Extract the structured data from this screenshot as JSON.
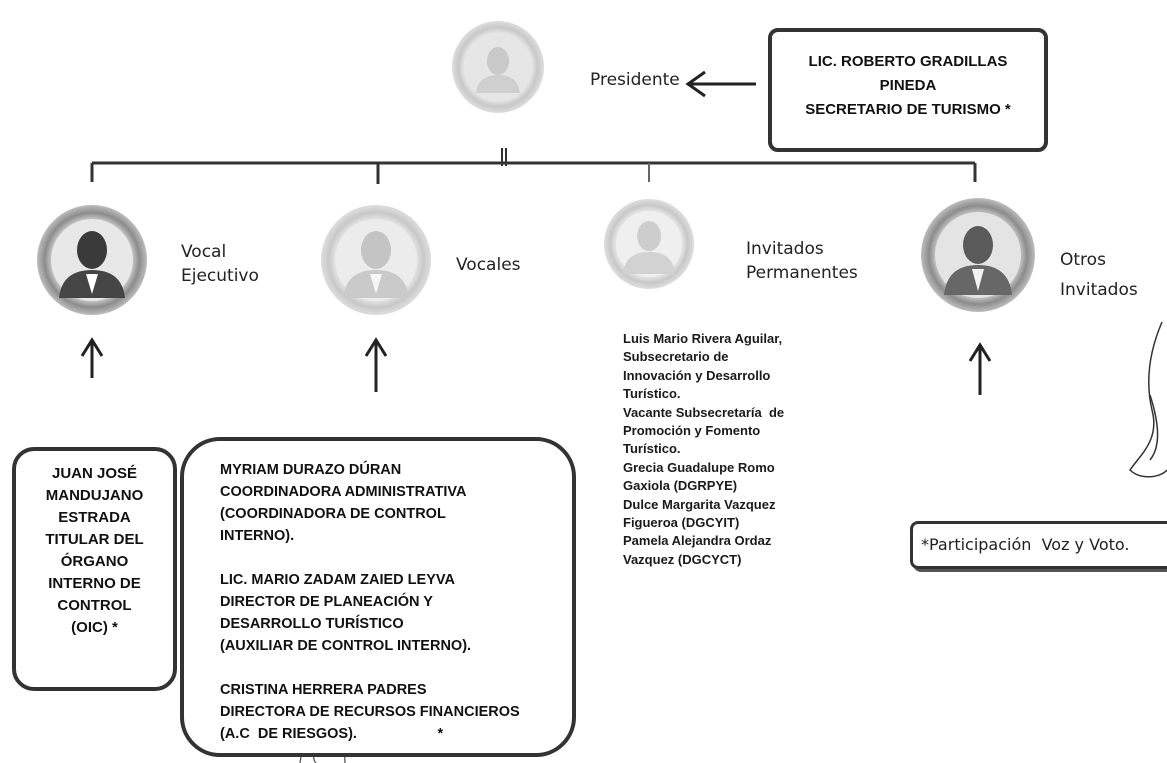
{
  "presidente": {
    "role_label": "Presidente",
    "box_lines": [
      "LIC. ROBERTO GRADILLAS",
      "PINEDA",
      "SECRETARIO DE TURISMO *"
    ]
  },
  "vocal_ejecutivo": {
    "role_lines": [
      "Vocal",
      "Ejecutivo"
    ],
    "box_lines": [
      "JUAN JOSÉ",
      "MANDUJANO",
      "ESTRADA",
      "TITULAR DEL",
      "ÓRGANO",
      "INTERNO DE",
      "CONTROL",
      "(OIC) *"
    ]
  },
  "vocales": {
    "role_label": "Vocales",
    "members": [
      [
        "MYRIAM DURAZO DÚRAN",
        "COORDINADORA ADMINISTRATIVA",
        "(COORDINADORA DE CONTROL",
        "INTERNO)."
      ],
      [
        "LIC. MARIO ZADAM ZAIED LEYVA",
        "DIRECTOR DE PLANEACIÓN Y",
        "DESARROLLO TURÍSTICO",
        "(AUXILIAR DE CONTROL INTERNO)."
      ],
      [
        "CRISTINA HERRERA PADRES",
        "DIRECTORA DE RECURSOS FINANCIEROS",
        "(A.C  DE RIESGOS).                    *"
      ]
    ]
  },
  "invitados_permanentes": {
    "role_lines": [
      "Invitados",
      "Permanentes"
    ],
    "list_lines": [
      "Luis Mario Rivera Aguilar,",
      "Subsecretario de",
      "Innovación y Desarrollo",
      "Turístico.",
      "Vacante Subsecretaría  de",
      "Promoción y Fomento",
      "Turístico.",
      "Grecia Guadalupe Romo",
      "Gaxiola (DGRPYE)",
      "Dulce Margarita Vazquez",
      "Figueroa (DGCYIT)",
      "Pamela Alejandra Ordaz",
      "Vazquez (DGCYCT)"
    ]
  },
  "otros_invitados": {
    "role_lines": [
      "Otros",
      "Invitados"
    ]
  },
  "note": "*Participación  Voz y Voto.",
  "icons": {
    "avatar": "person-avatar-icon",
    "arrow": "arrow-icon"
  }
}
